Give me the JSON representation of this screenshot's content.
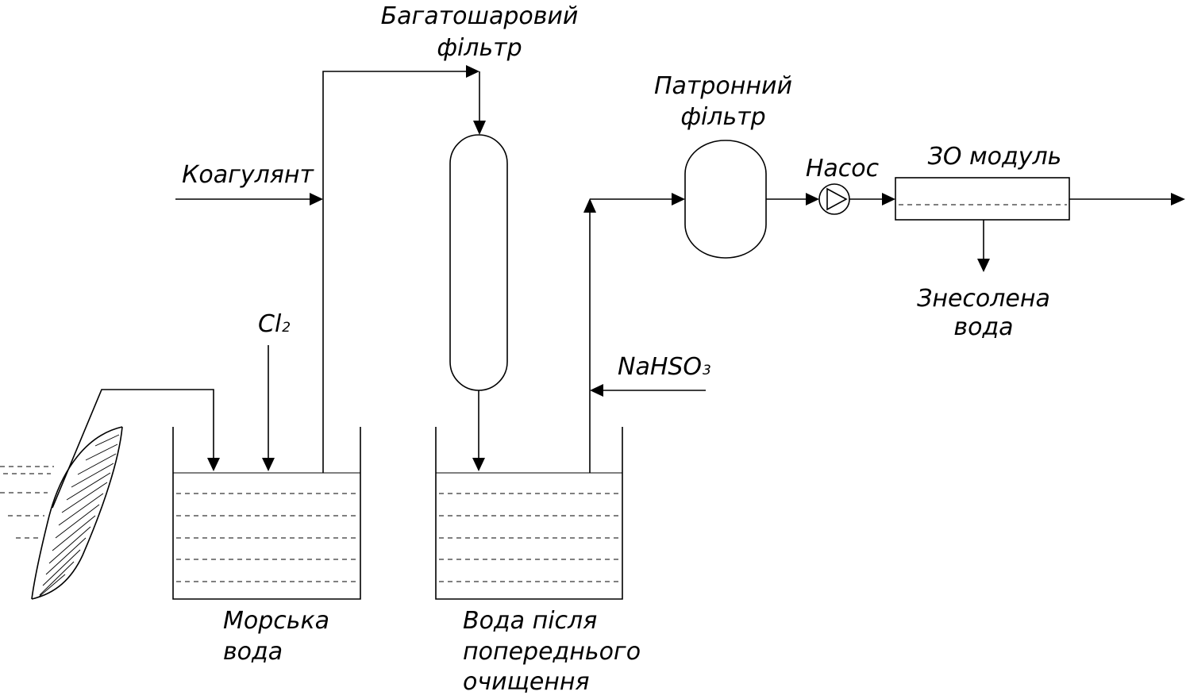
{
  "labels": {
    "multilayer_filter": [
      "Багатошаровий",
      "фільтр"
    ],
    "coagulant": "Коагулянт",
    "chlorine": "Cl",
    "chlorine_sub": "2",
    "cartridge_filter": [
      "Патронний",
      "фільтр"
    ],
    "pump": "Насос",
    "ro_module": "ЗО модуль",
    "desalinated_water": [
      "Знесолена",
      "вода"
    ],
    "bisulfite": "NaHSO",
    "bisulfite_sub": "3",
    "sea_water": [
      "Морська",
      "вода"
    ],
    "pretreated_water": [
      "Вода після",
      "попереднього",
      "очищення"
    ]
  }
}
